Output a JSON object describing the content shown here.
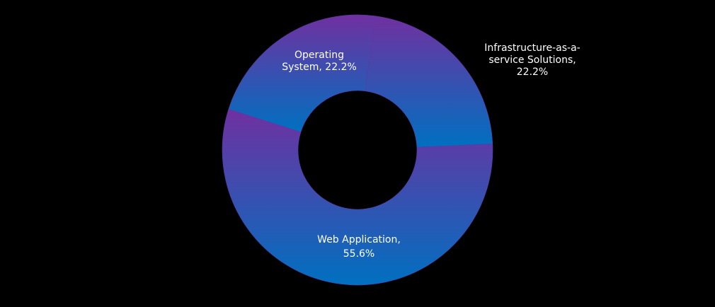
{
  "chart_data": {
    "type": "pie",
    "variant": "donut",
    "title": "",
    "categories": [
      "Web Application",
      "Operating System",
      "Infrastructure-as-a-service Solutions"
    ],
    "values": [
      55.6,
      22.2,
      22.2
    ],
    "slices": [
      {
        "name": "Web Application",
        "value": 55.6,
        "label_lines": [
          "Web Application,",
          "55.6%"
        ],
        "label_color": "#ffffff"
      },
      {
        "name": "Operating System",
        "value": 22.2,
        "label_lines": [
          "Operating",
          "System, 22.2%"
        ],
        "label_color": "#ffffff"
      },
      {
        "name": "Infrastructure-as-a-service Solutions",
        "value": 22.2,
        "label_lines": [
          "Infrastructure-as-a-",
          "service Solutions,",
          "22.2%"
        ],
        "label_color": "#ffffff"
      }
    ],
    "gradient_colors": [
      "#7030a0",
      "#0070c0"
    ],
    "background_color": "#000000",
    "legend": "none"
  }
}
